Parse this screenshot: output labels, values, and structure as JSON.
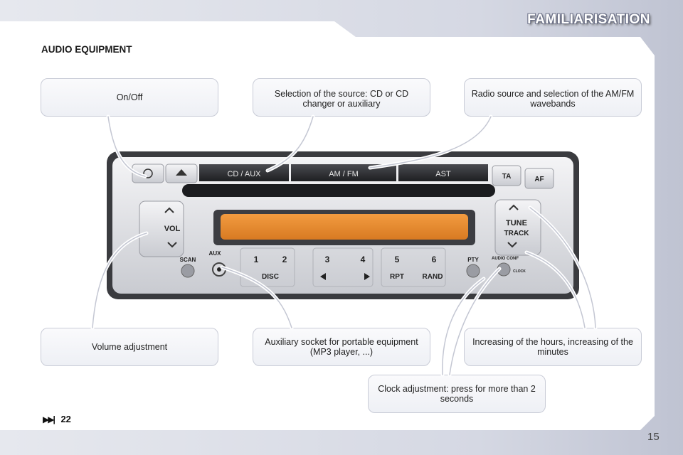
{
  "header": {
    "title": "FAMILIARISATION"
  },
  "section": {
    "title": "AUDIO EQUIPMENT"
  },
  "callouts": {
    "on_off": "On/Off",
    "source": "Selection of the source: CD or CD changer or auxiliary",
    "radio": "Radio source and selection of the AM/FM wavebands",
    "volume": "Volume adjustment",
    "aux": "Auxiliary socket for portable equipment (MP3 player, ...)",
    "hours": "Increasing of the hours, increasing of the minutes",
    "clock": "Clock adjustment: press for more than 2 seconds"
  },
  "radio": {
    "buttons": {
      "cd_aux": "CD / AUX",
      "am_fm": "AM / FM",
      "ast": "AST",
      "ta": "TA",
      "af": "AF",
      "vol": "VOL",
      "tune": "TUNE",
      "track": "TRACK",
      "scan": "SCAN",
      "aux": "AUX",
      "disc": "DISC",
      "rpt": "RPT",
      "rand": "RAND",
      "pty": "PTY",
      "audio_conf": "AUDIO CONF",
      "clock": "CLOCK"
    },
    "presets": [
      "1",
      "2",
      "3",
      "4",
      "5",
      "6"
    ]
  },
  "footer": {
    "reference": "22",
    "page_number": "15"
  },
  "colors": {
    "display": "#e8892e",
    "bezel": "#2a2b2e",
    "panel": "#ffffff",
    "callout_border": "#c9ccd7"
  }
}
